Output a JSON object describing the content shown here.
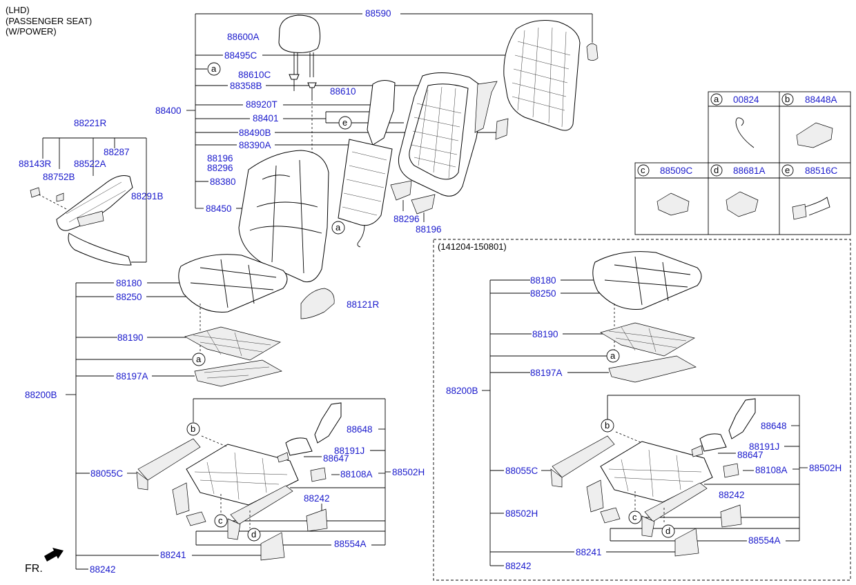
{
  "header": {
    "line1": "(LHD)",
    "line2": "(PASSENGER SEAT)",
    "line3": "(W/POWER)"
  },
  "callouts": {
    "a": "a",
    "b": "b",
    "c": "c",
    "d": "d",
    "e": "e"
  },
  "parts_top": {
    "p88590": "88590",
    "p88600A": "88600A",
    "p88495C": "88495C",
    "p88610C": "88610C",
    "p88358B": "88358B",
    "p88610": "88610",
    "p88400": "88400",
    "p88920T": "88920T",
    "p88401": "88401",
    "p88490B": "88490B",
    "p88390A": "88390A",
    "p88196a": "88196",
    "p88296a": "88296",
    "p88380": "88380",
    "p88450": "88450",
    "p88296b": "88296",
    "p88196b": "88196",
    "p88121R": "88121R"
  },
  "parts_side": {
    "p88221R": "88221R",
    "p88143R": "88143R",
    "p88287": "88287",
    "p88522A": "88522A",
    "p88752B": "88752B",
    "p88291B": "88291B"
  },
  "parts_cushion": {
    "p88180": "88180",
    "p88250": "88250",
    "p88190": "88190",
    "p88197A": "88197A",
    "p88200B": "88200B",
    "p88648": "88648",
    "p88191J": "88191J",
    "p88647": "88647",
    "p88108A": "88108A",
    "p88502H": "88502H",
    "p88055C": "88055C",
    "p88242a": "88242",
    "p88554A": "88554A",
    "p88241": "88241",
    "p88242b": "88242"
  },
  "legend": {
    "a_part": "00824",
    "b_part": "88448A",
    "c_part": "88509C",
    "d_part": "88681A",
    "e_part": "88516C"
  },
  "inset": {
    "date_range": "(141204-150801)",
    "p88180": "88180",
    "p88250": "88250",
    "p88190": "88190",
    "p88197A": "88197A",
    "p88200B": "88200B",
    "p88648": "88648",
    "p88191J": "88191J",
    "p88647": "88647",
    "p88108A": "88108A",
    "p88502H": "88502H",
    "p88055C": "88055C",
    "p88502H_b": "88502H",
    "p88242a": "88242",
    "p88554A": "88554A",
    "p88241": "88241",
    "p88242b": "88242"
  },
  "footer": {
    "front_label": "FR."
  }
}
